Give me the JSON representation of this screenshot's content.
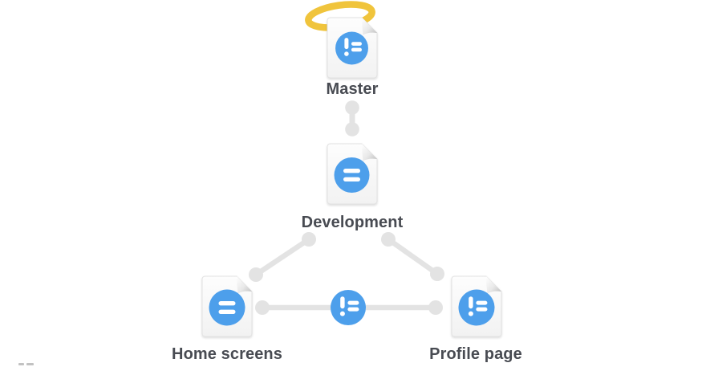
{
  "diagram": {
    "type": "branch-tree",
    "nodes": [
      {
        "id": "master",
        "label": "Master",
        "icon": "document-icon",
        "status_icon": "not-equal-icon",
        "decoration": "halo-icon"
      },
      {
        "id": "development",
        "label": "Development",
        "icon": "document-icon",
        "status_icon": "equal-icon",
        "decoration": null
      },
      {
        "id": "home-screens",
        "label": "Home screens",
        "icon": "document-icon",
        "status_icon": "equal-icon",
        "decoration": null
      },
      {
        "id": "profile-page",
        "label": "Profile page",
        "icon": "document-icon",
        "status_icon": "not-equal-icon",
        "decoration": null
      }
    ],
    "edges": [
      {
        "from": "Master",
        "to": "Development",
        "style": "dumbbell"
      },
      {
        "from": "Development",
        "to": "Home screens",
        "style": "dumbbell"
      },
      {
        "from": "Development",
        "to": "Profile page",
        "style": "dumbbell"
      },
      {
        "from": "Home screens",
        "to": "Profile page",
        "style": "dumbbell",
        "badge_icon": "not-equal-icon"
      }
    ],
    "colors": {
      "accent_blue": "#4D9FEB",
      "halo_gold": "#F0C43C",
      "connector_gray": "#E3E3E3",
      "label_text": "#484B52",
      "page_fill_top": "#FDFDFD",
      "page_fill_bottom": "#F2F2F2",
      "page_border": "#E2E2E2",
      "background": "#FFFFFF"
    }
  }
}
